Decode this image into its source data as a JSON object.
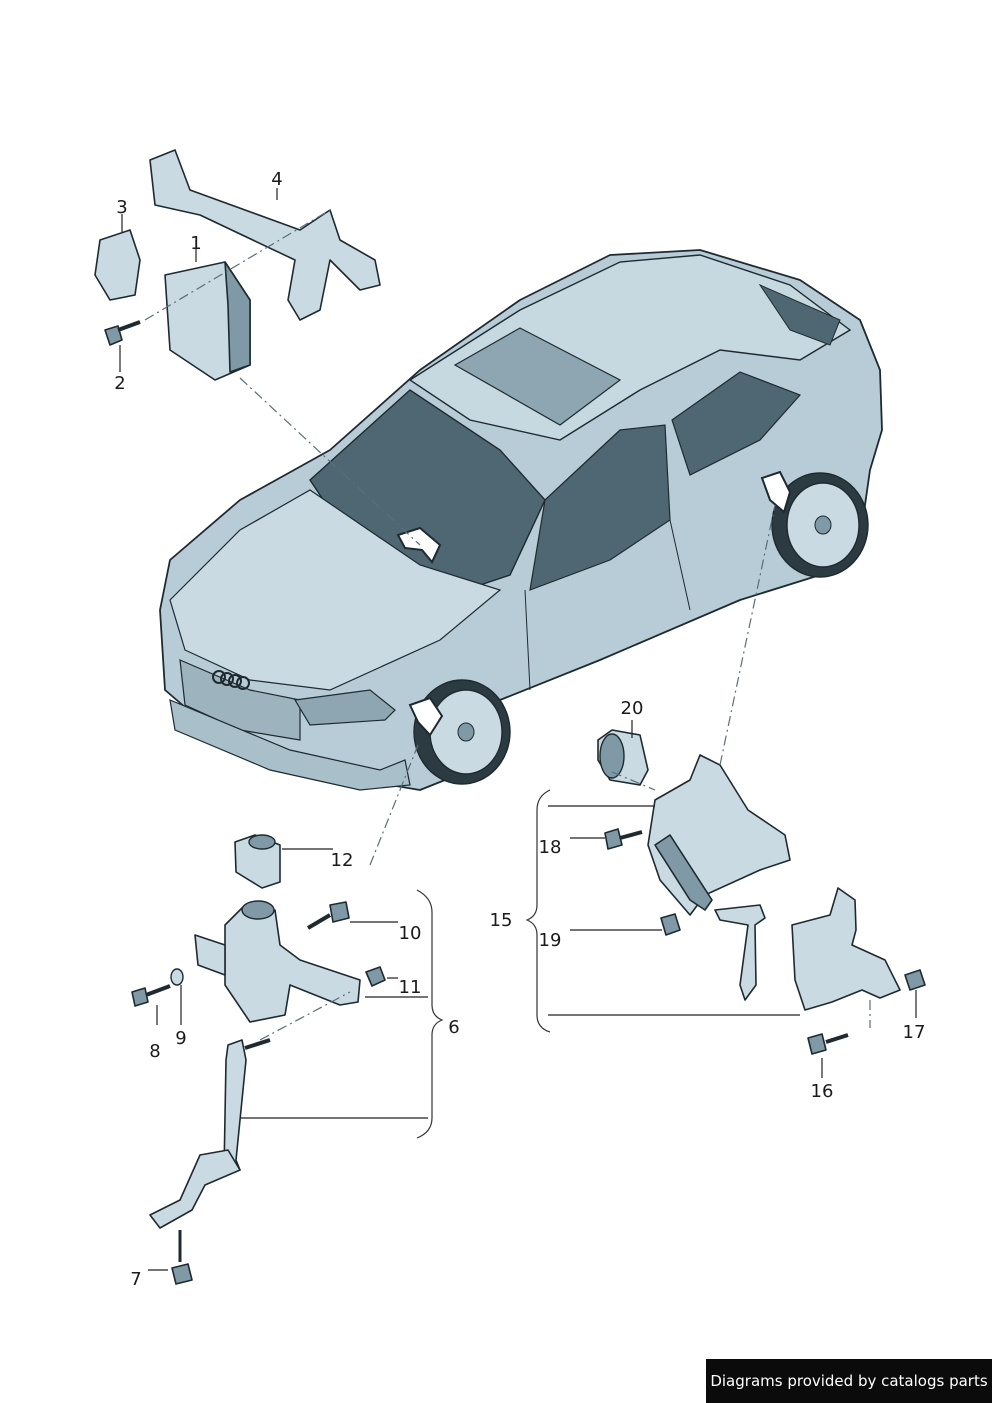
{
  "callouts": {
    "c1": "1",
    "c2": "2",
    "c3": "3",
    "c4": "4",
    "c6": "6",
    "c7": "7",
    "c8": "8",
    "c9": "9",
    "c10": "10",
    "c11": "11",
    "c12": "12",
    "c15": "15",
    "c16": "16",
    "c17": "17",
    "c18": "18",
    "c19": "19",
    "c20": "20"
  },
  "footer": {
    "text": "Diagrams provided by catalogs parts"
  },
  "colors": {
    "part_fill": "#c9dae2",
    "part_shadow": "#7f99a6",
    "outline": "#1e2a30",
    "car_body": "#b7ccd6",
    "glass": "#4f6772",
    "footer_bg": "#0b0b0b"
  }
}
